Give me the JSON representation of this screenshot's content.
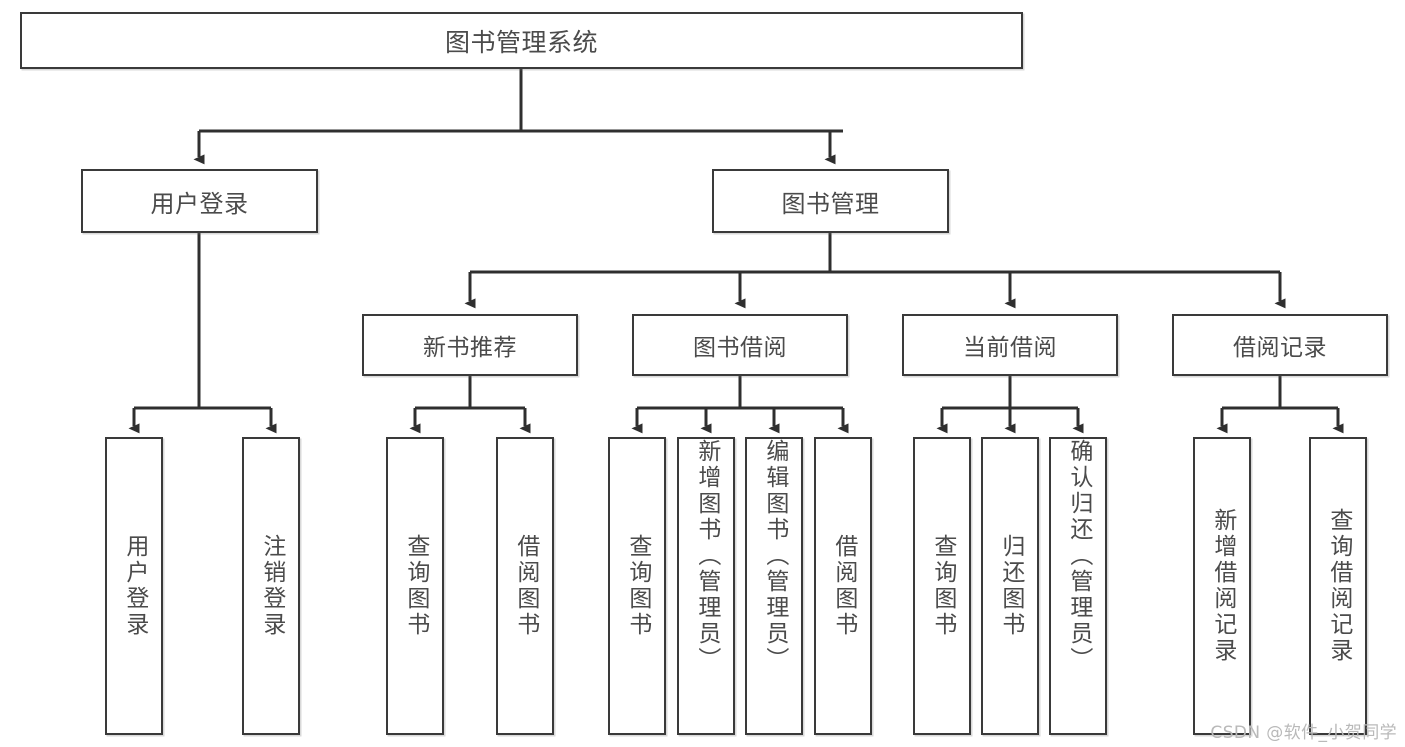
{
  "diagram": {
    "title": "图书管理系统",
    "type": "tree-hierarchy-chart",
    "colors": {
      "box_border": "#3a3a3a",
      "box_fill": "#ffffff",
      "text": "#4b4b4b",
      "connector": "#2f2f2f",
      "watermark": "#b9b9b9",
      "background": "#ffffff"
    }
  },
  "root": {
    "label": "图书管理系统"
  },
  "level2": [
    {
      "label": "用户登录"
    },
    {
      "label": "图书管理"
    }
  ],
  "level3": [
    {
      "label": "新书推荐"
    },
    {
      "label": "图书借阅"
    },
    {
      "label": "当前借阅"
    },
    {
      "label": "借阅记录"
    }
  ],
  "leaves": {
    "user_login": [
      {
        "label": "用户登录"
      },
      {
        "label": "注销登录"
      }
    ],
    "new_book_recommend": [
      {
        "label": "查询图书"
      },
      {
        "label": "借阅图书"
      }
    ],
    "book_borrow": [
      {
        "label": "查询图书"
      },
      {
        "label": "新增图书（管理员）"
      },
      {
        "label": "编辑图书（管理员）"
      },
      {
        "label": "借阅图书"
      }
    ],
    "current_borrow": [
      {
        "label": "查询图书"
      },
      {
        "label": "归还图书"
      },
      {
        "label": "确认归还（管理员）"
      }
    ],
    "borrow_record": [
      {
        "label": "新增借阅记录"
      },
      {
        "label": "查询借阅记录"
      }
    ]
  },
  "watermark": {
    "text": "CSDN @软件_小贺同学"
  }
}
